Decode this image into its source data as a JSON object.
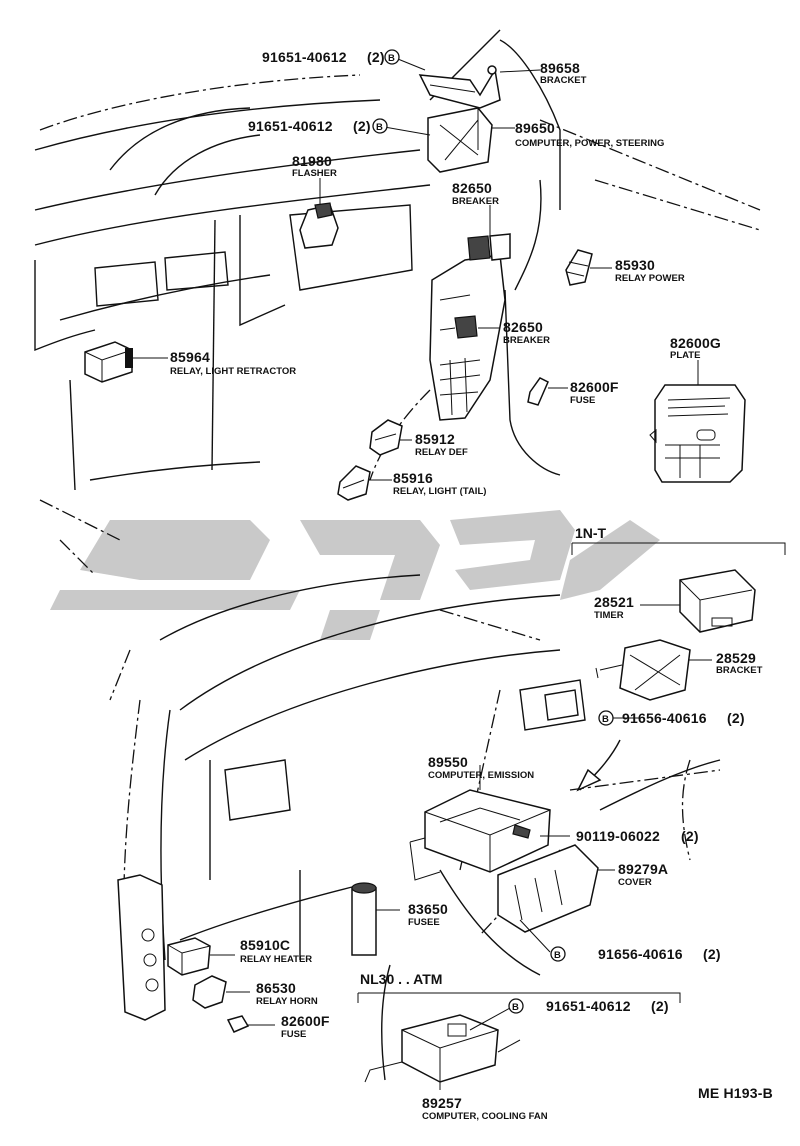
{
  "diagram_code": "ME H193-B",
  "groups": {
    "timer_group": "1N-T",
    "cooling_group": "NL30 . . ATM"
  },
  "callouts": [
    {
      "id": "bolt-89658",
      "part": "91651-40612",
      "qty": "(2)",
      "marker": "B"
    },
    {
      "id": "bracket-89658",
      "part": "89658",
      "desc": "BRACKET"
    },
    {
      "id": "bolt-89650",
      "part": "91651-40612",
      "qty": "(2)",
      "marker": "B"
    },
    {
      "id": "computer-power-steering",
      "part": "89650",
      "desc": "COMPUTER, POWER, STEERING"
    },
    {
      "id": "flasher",
      "part": "81980",
      "desc": "FLASHER"
    },
    {
      "id": "breaker-upper",
      "part": "82650",
      "desc": "BREAKER"
    },
    {
      "id": "relay-power",
      "part": "85930",
      "desc": "RELAY POWER"
    },
    {
      "id": "plate",
      "part": "82600G",
      "desc": "PLATE"
    },
    {
      "id": "breaker-lower",
      "part": "82650",
      "desc": "BREAKER"
    },
    {
      "id": "relay-light-retractor",
      "part": "85964",
      "desc": "RELAY, LIGHT RETRACTOR"
    },
    {
      "id": "fuse-upper",
      "part": "82600F",
      "desc": "FUSE"
    },
    {
      "id": "relay-def",
      "part": "85912",
      "desc": "RELAY DEF"
    },
    {
      "id": "relay-light-tail",
      "part": "85916",
      "desc": "RELAY, LIGHT (TAIL)"
    },
    {
      "id": "timer",
      "part": "28521",
      "desc": "TIMER"
    },
    {
      "id": "bracket-28529",
      "part": "28529",
      "desc": "BRACKET"
    },
    {
      "id": "bolt-28529",
      "part": "91656-40616",
      "qty": "(2)",
      "marker": "B"
    },
    {
      "id": "computer-emission",
      "part": "89550",
      "desc": "COMPUTER, EMISSION"
    },
    {
      "id": "screw-90119",
      "part": "90119-06022",
      "qty": "(2)"
    },
    {
      "id": "cover",
      "part": "89279A",
      "desc": "COVER"
    },
    {
      "id": "fusee",
      "part": "83650",
      "desc": "FUSEE"
    },
    {
      "id": "bolt-cover",
      "part": "91656-40616",
      "qty": "(2)",
      "marker": "B"
    },
    {
      "id": "relay-heater",
      "part": "85910C",
      "desc": "RELAY HEATER"
    },
    {
      "id": "relay-horn",
      "part": "86530",
      "desc": "RELAY HORN"
    },
    {
      "id": "fuse-lower",
      "part": "82600F",
      "desc": "FUSE"
    },
    {
      "id": "bolt-89257",
      "part": "91651-40612",
      "qty": "(2)",
      "marker": "B"
    },
    {
      "id": "computer-cooling-fan",
      "part": "89257",
      "desc": "COMPUTER, COOLING FAN"
    }
  ],
  "colors": {
    "line": "#111111",
    "watermark": "#c9c9c9",
    "background": "#ffffff"
  }
}
